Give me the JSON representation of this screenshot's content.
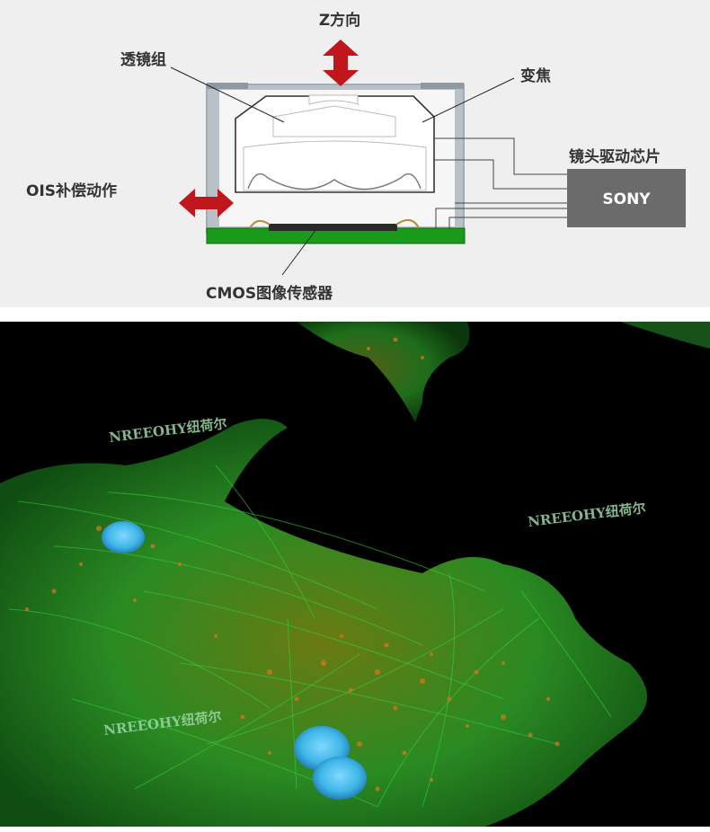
{
  "diagram": {
    "labels": {
      "z_direction": "Z方向",
      "lens_group": "透镜组",
      "zoom": "变焦",
      "ois": "OIS补偿动作",
      "driver_chip": "镜头驱动芯片",
      "chip_brand": "SONY",
      "cmos_sensor": "CMOS图像传感器"
    },
    "colors": {
      "arrow": "#c0171c",
      "pcb": "#1a9a1a",
      "chip": "#6b6b6b",
      "housing": "#b9c1c8",
      "background": "#efefef"
    }
  },
  "micrograph": {
    "watermarks": [
      "NREEOHY纽荷尔",
      "NREEOHY纽荷尔",
      "NREEOHY纽荷尔"
    ],
    "colors": {
      "actin": "#1fae2a",
      "mitochondria": "#d9741c",
      "nucleus": "#3fb6e8"
    }
  }
}
